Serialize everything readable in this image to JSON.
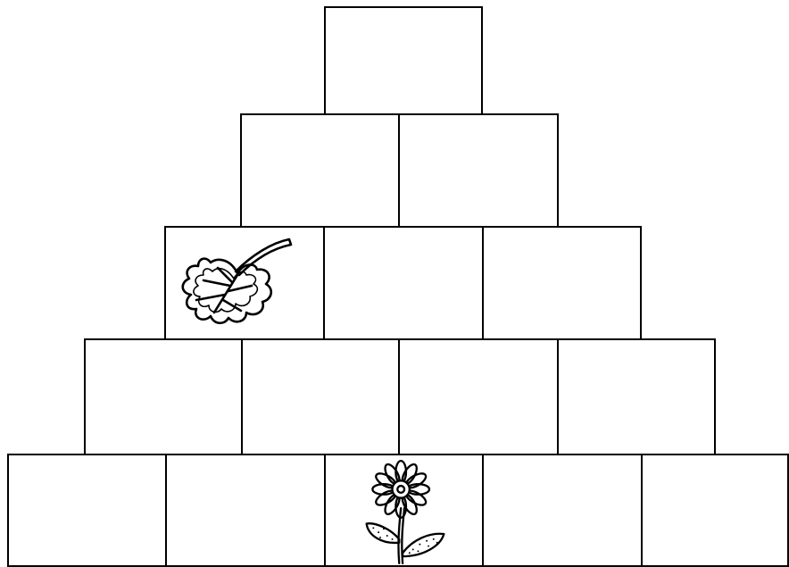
{
  "pyramid": {
    "rows": [
      {
        "row": 1,
        "cells": [
          {
            "item": null
          }
        ]
      },
      {
        "row": 2,
        "cells": [
          {
            "item": null
          },
          {
            "item": null
          }
        ]
      },
      {
        "row": 3,
        "cells": [
          {
            "item": "leaf-icon"
          },
          {
            "item": null
          },
          {
            "item": null
          }
        ]
      },
      {
        "row": 4,
        "cells": [
          {
            "item": null
          },
          {
            "item": null
          },
          {
            "item": null
          },
          {
            "item": null
          }
        ]
      },
      {
        "row": 5,
        "cells": [
          {
            "item": null
          },
          {
            "item": null
          },
          {
            "item": "flower-icon"
          },
          {
            "item": null
          },
          {
            "item": null
          }
        ]
      }
    ],
    "line_color": "#000000",
    "background": "#ffffff"
  }
}
